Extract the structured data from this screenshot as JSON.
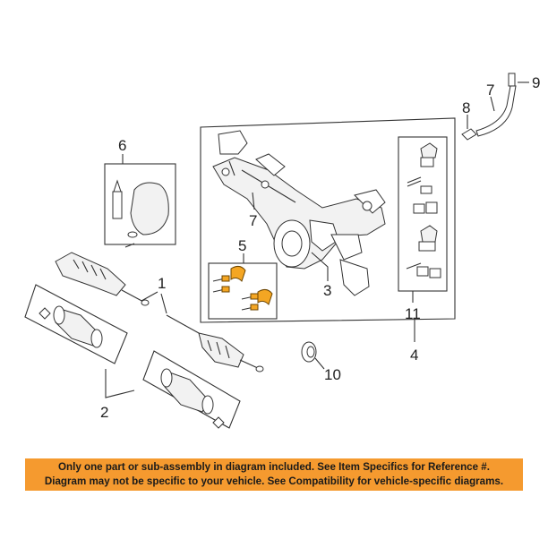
{
  "callouts": {
    "c1": "1",
    "c2": "2",
    "c3": "3",
    "c4": "4",
    "c5": "5",
    "c6": "6",
    "c7a": "7",
    "c7b": "7",
    "c8": "8",
    "c9": "9",
    "c10": "10",
    "c11": "11"
  },
  "disclaimer": {
    "line1": "Only one part or sub-assembly in diagram included. See Item Specifics for Reference #.",
    "line2": "Diagram may not be specific to your vehicle. See Compatibility for vehicle-specific diagrams."
  },
  "colors": {
    "banner": "#f59a2f",
    "highlight": "#f4a623"
  }
}
